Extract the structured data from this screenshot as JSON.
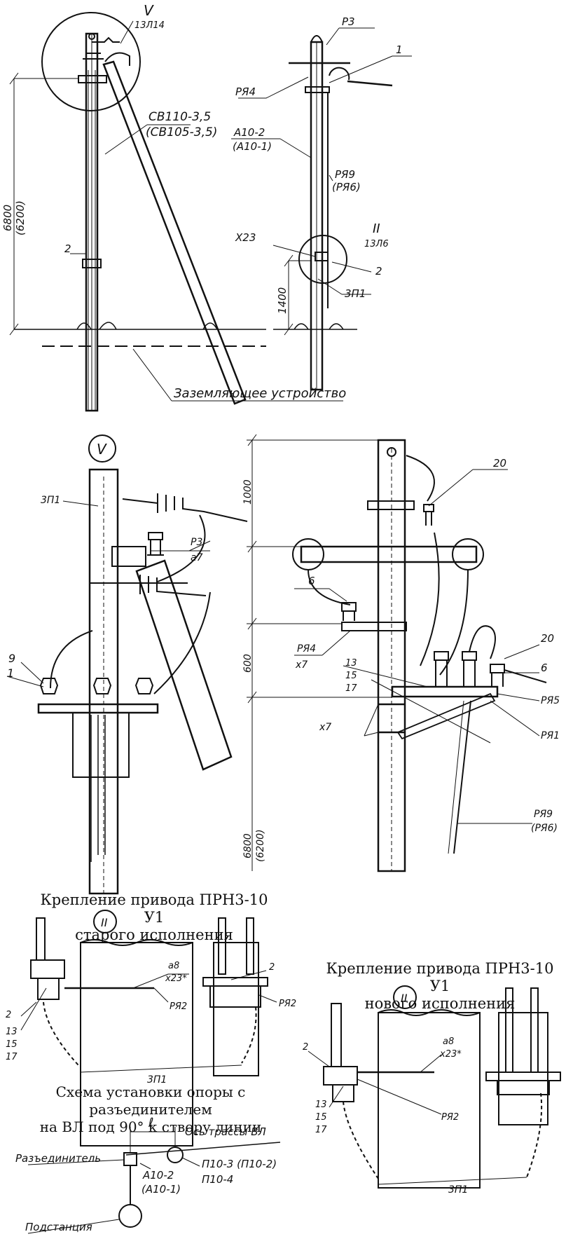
{
  "view1": {
    "marker_num": "V",
    "marker_ref": "13Л14",
    "label_strut": "СВ110-3,5",
    "label_strut_alt": "(СВ105-3,5)",
    "label_2": "2",
    "dim_height": "6800",
    "dim_height_alt": "(6200)",
    "ground_label": "Заземляющее устройство"
  },
  "view2": {
    "label_r3": "Р3",
    "label_1": "1",
    "label_ra4": "РЯ4",
    "label_a10": "А10-2",
    "label_a10_alt": "(А10-1)",
    "label_ra9": "РЯ9",
    "label_ra6": "(РЯ6)",
    "label_x23": "Х23",
    "marker_num": "II",
    "marker_ref": "13Л6",
    "label_2": "2",
    "dim_1400": "1400",
    "label_3p1": "3П1"
  },
  "detailV": {
    "marker": "V",
    "label_3p1": "3П1",
    "label_r3": "Р3",
    "label_a7": "а7",
    "label_9": "9",
    "label_1": "1"
  },
  "detailRight": {
    "dim_1000": "1000",
    "dim_600": "600",
    "dim_6800": "6800",
    "dim_6200": "(6200)",
    "label_20a": "20",
    "label_6a": "6",
    "label_ra4": "РЯ4",
    "label_x7": "х7",
    "label_13": "13",
    "label_15": "15",
    "label_17": "17",
    "label_20b": "20",
    "label_6b": "6",
    "label_ra5": "РЯ5",
    "label_x7b": "х7",
    "label_ra1": "РЯ1",
    "label_ra9": "РЯ9",
    "label_ra6": "(РЯ6)"
  },
  "captions": {
    "old_line1": "Крепление привода ПРН3-10 У1",
    "old_line2": "старого исполнения",
    "new_line1": "Крепление привода ПРН3-10 У1",
    "new_line2": "нового исполнения",
    "scheme_line1": "Схема установки опоры с разъединителем",
    "scheme_line2": "на ВЛ под 90° к створу линии"
  },
  "detailOld": {
    "marker": "II",
    "label_a8": "а8",
    "label_x23": "х23*",
    "label_2": "2",
    "label_ra2": "РЯ2",
    "label_13": "13",
    "label_15": "15",
    "label_17": "17",
    "label_3p1": "3П1",
    "label_2b": "2",
    "label_ra2b": "РЯ2"
  },
  "detailNew": {
    "marker": "II",
    "label_2": "2",
    "label_a8": "а8",
    "label_x23": "х23*",
    "label_ra2": "РЯ2",
    "label_13": "13",
    "label_15": "15",
    "label_17": "17",
    "label_3p1": "3П1"
  },
  "scheme": {
    "label_l": "ℓ",
    "label_axis": "Ось трассы ВЛ",
    "label_disconnector": "Разъединитель",
    "label_a10": "А10-2",
    "label_a10_alt": "(А10-1)",
    "label_p10": "П10-3 (П10-2)",
    "label_p10b": "П10-4",
    "label_substation": "Подстанция"
  }
}
